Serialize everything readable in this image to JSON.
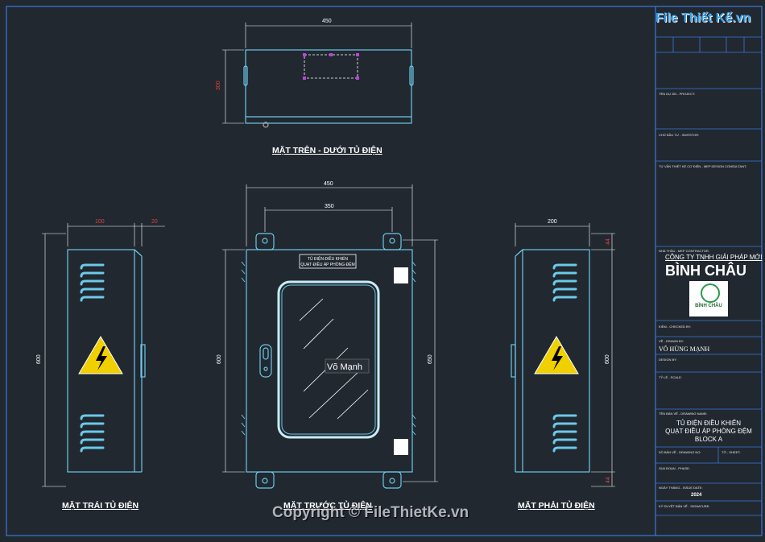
{
  "views": {
    "top": {
      "label": "MẶT TRÊN - DƯỚI TỦ ĐIỆN",
      "width_dim": "450",
      "height_dim": "300"
    },
    "front": {
      "label": "MẶT TRƯỚC TỦ ĐIỆN",
      "width_dim": "450",
      "inner_dim": "350",
      "height_dim_left": "600",
      "height_dim_right": "650",
      "nameplate_line1": "TỦ ĐIỆN ĐIỀU KHIỂN",
      "nameplate_line2": "QUẠT ĐIỀU ÁP PHÒNG ĐỆM",
      "author_tag": "Võ Mạnh"
    },
    "left": {
      "label": "MẶT TRÁI TỦ ĐIỆN",
      "width_dim": "100",
      "side_dim": "20",
      "height_dim": "600"
    },
    "right": {
      "label": "MẶT PHẢI TỦ ĐIỆN",
      "width_dim": "200",
      "height_dim": "600",
      "top_dim": "44",
      "bottom_dim": "44"
    }
  },
  "title_block": {
    "logo_text": "File Thiết Kế.vn",
    "owner_label": "TÊN DỰ ÁN - PROJECT:",
    "investor_label": "CHỦ ĐẦU TƯ - INVESTOR:",
    "consultant_label": "TƯ VẤN THIẾT KẾ CƠ ĐIỆN - MEP DESIGN CONSULTANT:",
    "contractor_label": "NHÀ THẦU - MEP CONTRACTOR:",
    "company_line1": "CÔNG TY TNHH GIẢI PHÁP MỚI",
    "company_line2": "BÌNH CHÂU",
    "company_logo_text": "BÌNH CHÂU",
    "checked_label": "KIỂM - CHECKED BY:",
    "drawn_label": "VẼ - DRAWN BY:",
    "drawn_value": "VÕ HÙNG MẠNH",
    "design_label": "DESIGN BY:",
    "scale_label": "TỶ LỆ - SCALE:",
    "title_label": "TÊN BẢN VẼ - DRAWING NAME:",
    "title_line1": "TỦ ĐIỆN ĐIỀU KHIỂN",
    "title_line2": "QUẠT ĐIỀU ÁP PHÒNG ĐỆM",
    "title_line3": "BLOCK A",
    "drawing_no_label": "SỐ BẢN VẼ - DRAWING NO:",
    "sheet_label": "TỜ - SHEET:",
    "stage_label": "GIAI ĐOẠN - PHASE:",
    "date_label": "NGÀY THÁNG - ISSUE DATE:",
    "date_value": "2024",
    "signature_label": "KÝ DUYỆT BẢN VẼ - SIGNATURE:"
  },
  "watermark": "Copyright © FileThietKe.vn"
}
